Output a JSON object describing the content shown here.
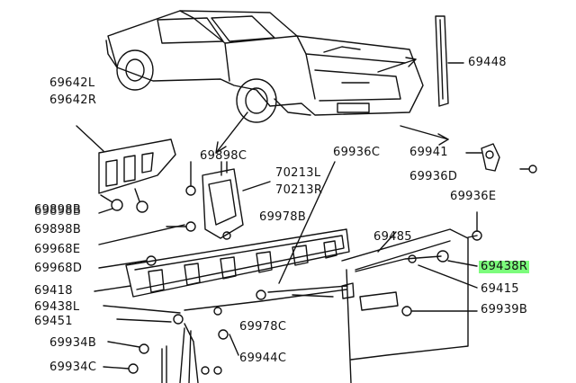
{
  "labels": {
    "p69448": "69448",
    "p69642l": "69642L",
    "p69642r": "69642R",
    "p69898c": "69898C",
    "p70213l": "70213L",
    "p70213r": "70213R",
    "p69936c": "69936C",
    "p69941": "69941",
    "p69936d": "69936D",
    "p69936e": "69936E",
    "p69898b_a": "69898B",
    "p69898b_b": "69898B",
    "p69978b": "69978B",
    "p69968e": "69968E",
    "p69968d": "69968D",
    "p69485": "69485",
    "p69438r": "69438R",
    "p69418": "69418",
    "p69415": "69415",
    "p69438l": "69438L",
    "p69939b": "69939B",
    "p69451": "69451",
    "p69978c": "69978C",
    "p69934b": "69934B",
    "p69944c": "69944C",
    "p69934c": "69934C"
  },
  "highlight_color": "#7CFC7C"
}
